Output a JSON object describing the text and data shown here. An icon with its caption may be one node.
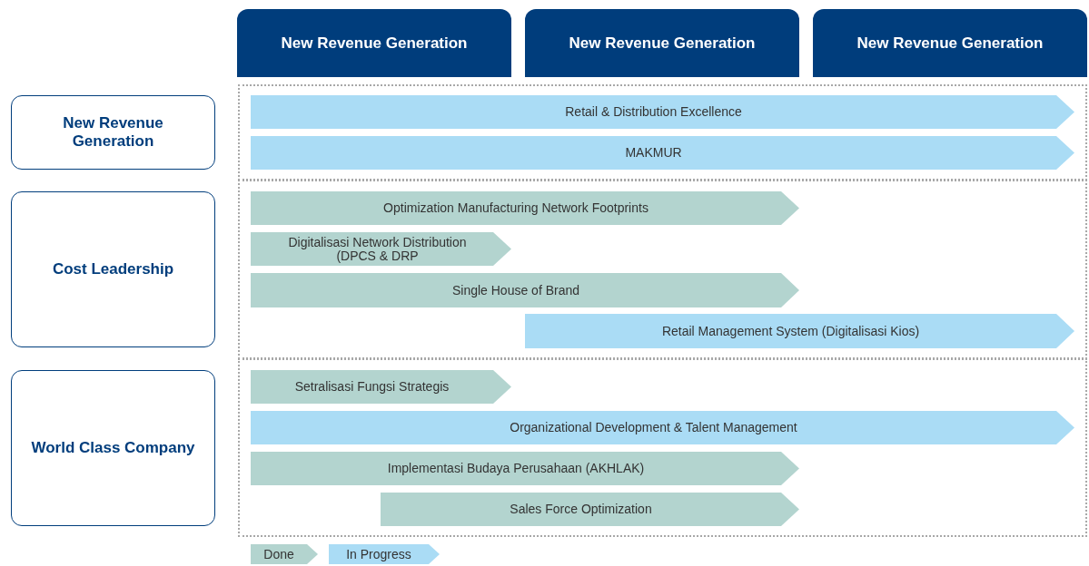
{
  "diagram": {
    "nodes": [
      {
        "text": [
          "New Revenue Generation"
        ]
      },
      {
        "text": [
          "New Revenue Generation"
        ]
      },
      {
        "text": [
          "New Revenue Generation"
        ]
      },
      {
        "text": [
          "New Revenue Generation"
        ]
      },
      {
        "text": [],
        "shape": "box"
      },
      {
        "text": [
          "Retail & Distribution Excellence"
        ],
        "in": 4
      },
      {
        "text": [
          "MAKMUR"
        ],
        "in": 4
      },
      {
        "text": [
          "Cost Leadership"
        ]
      },
      {
        "text": [],
        "shape": "box"
      },
      {
        "text": [
          "Optimization Manufacturing Network Footprints"
        ],
        "in": 8
      },
      {
        "text": [
          "Digitalisasi Network Distribution (DPCS & DRP"
        ],
        "in": 8
      },
      {
        "text": [
          "Single House of Brand"
        ],
        "in": 8
      },
      {
        "text": [
          "Retail Management System (Digitalisasi Kios)"
        ],
        "in": 8
      },
      {
        "text": [
          "World Class Company"
        ]
      },
      {
        "text": [],
        "shape": "box"
      },
      {
        "text": [
          "Setralisasi Fungsi Strategis"
        ],
        "in": 14
      },
      {
        "text": [
          "Organizational Development & Talent Management"
        ],
        "in": 14
      },
      {
        "text": [
          "Implementasi Budaya Perusahaan (AKHLAK)"
        ],
        "in": 14
      },
      {
        "text": [
          "Sales Force Optimization"
        ],
        "in": 14
      }
    ],
    "edges": [],
    "legend": [
      {
        "text": "Done",
        "color": "#b3d4cf"
      },
      {
        "text": "In Progress",
        "color": "#aadcf5"
      }
    ]
  }
}
